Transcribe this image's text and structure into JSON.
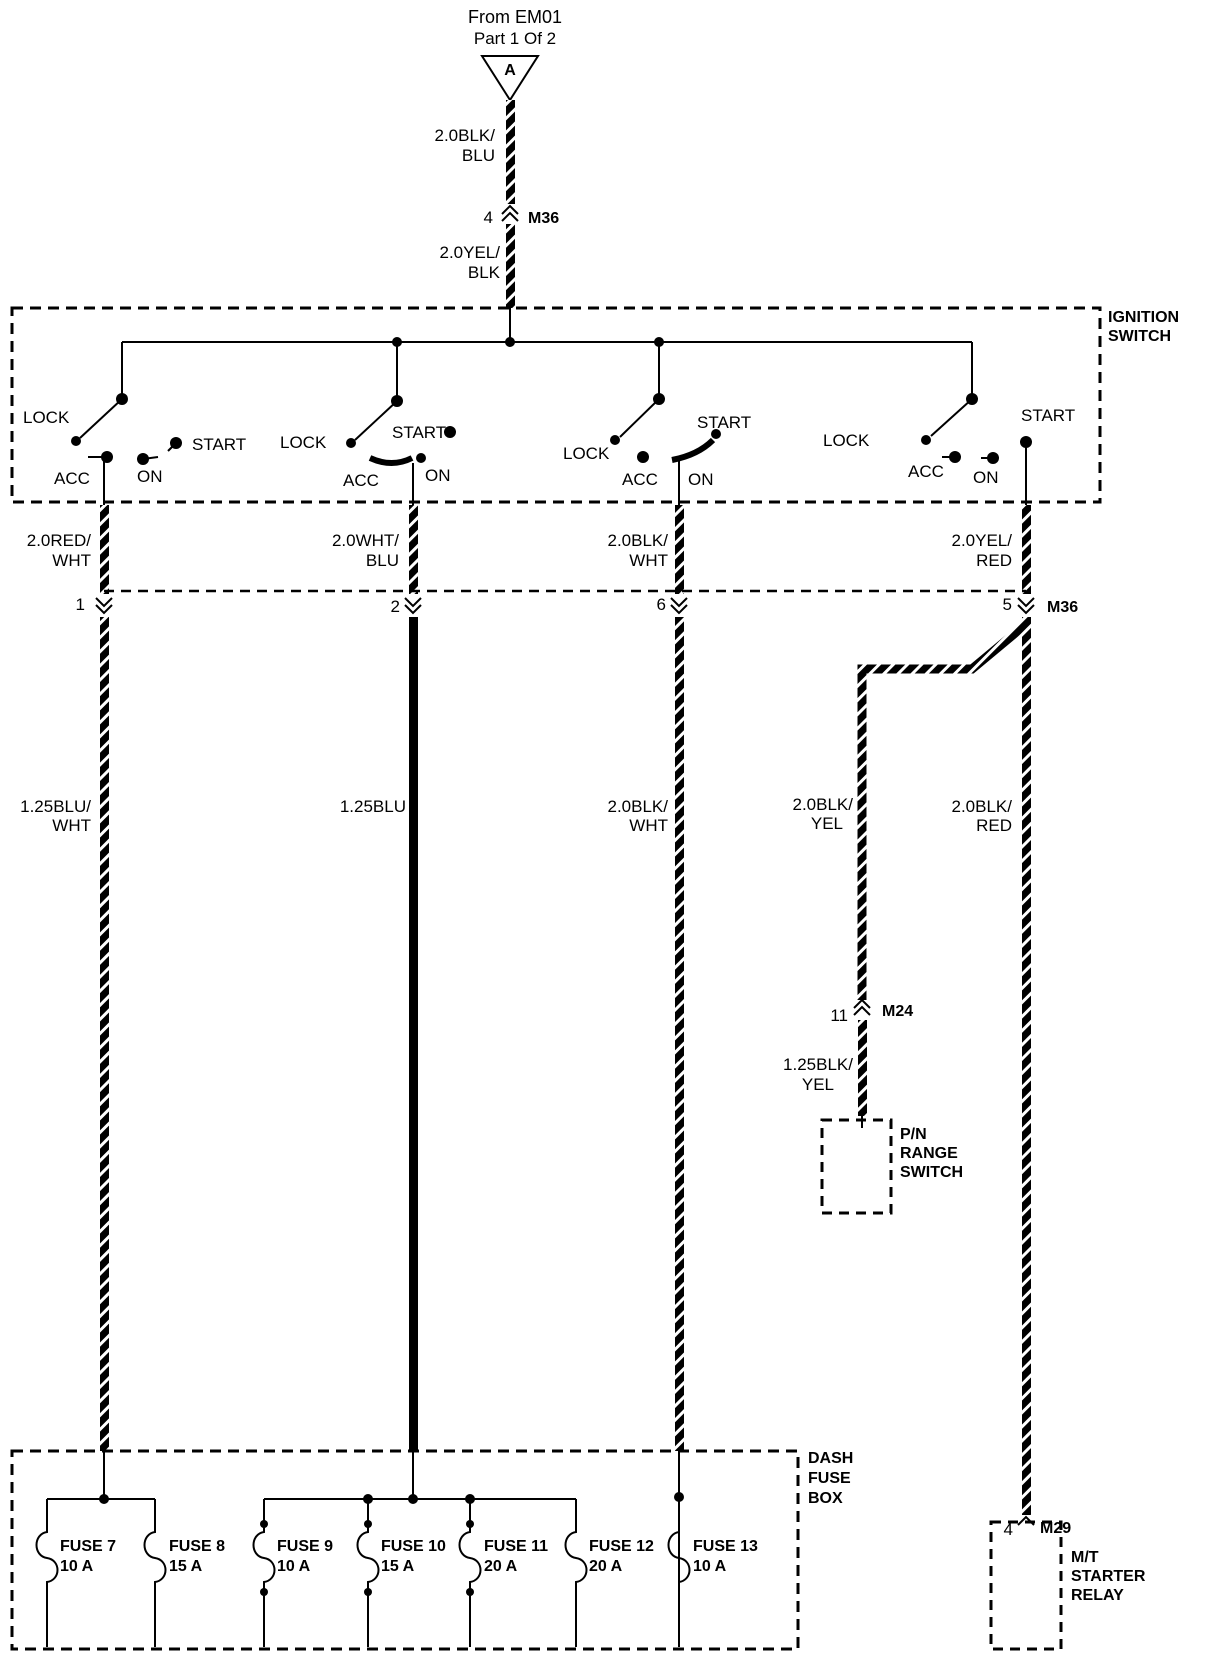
{
  "source": {
    "from": "From EM01",
    "part": "Part 1 Of 2",
    "connector_letter": "A"
  },
  "top_wire": {
    "upper": [
      "2.0BLK/",
      "BLU"
    ],
    "pin": "4",
    "connector": "M36",
    "lower": [
      "2.0YEL/",
      "BLK"
    ]
  },
  "ignition_switch": {
    "title": [
      "IGNITION",
      "SWITCH"
    ],
    "sections": [
      {
        "lock": "LOCK",
        "acc": "ACC",
        "on": "ON",
        "start": "START"
      },
      {
        "lock": "LOCK",
        "acc": "ACC",
        "on": "ON",
        "start": "START"
      },
      {
        "lock": "LOCK",
        "acc": "ACC",
        "on": "ON",
        "start": "START"
      },
      {
        "lock": "LOCK",
        "acc": "ACC",
        "on": "ON",
        "start": "START"
      }
    ]
  },
  "outputs": [
    {
      "upper": [
        "2.0RED/",
        "WHT"
      ],
      "pin": "1",
      "lower": [
        "1.25BLU/",
        "WHT"
      ]
    },
    {
      "upper": [
        "2.0WHT/",
        "BLU"
      ],
      "pin": "2",
      "lower": [
        "1.25BLU"
      ]
    },
    {
      "upper": [
        "2.0BLK/",
        "WHT"
      ],
      "pin": "6",
      "lower": [
        "2.0BLK/",
        "WHT"
      ]
    },
    {
      "upper": [
        "2.0YEL/",
        "RED"
      ],
      "pin": "5",
      "connector": "M36",
      "lower": [
        "2.0BLK/",
        "RED"
      ]
    }
  ],
  "pn_branch": {
    "upper": [
      "2.0BLK/",
      "YEL"
    ],
    "pin": "11",
    "connector": "M24",
    "lower": [
      "1.25BLK/",
      "YEL"
    ],
    "component": [
      "P/N",
      "RANGE",
      "SWITCH"
    ]
  },
  "dash_fuse_box": {
    "title": [
      "DASH",
      "FUSE",
      "BOX"
    ],
    "fuses": [
      {
        "name": "FUSE 7",
        "rating": "10 A"
      },
      {
        "name": "FUSE 8",
        "rating": "15 A"
      },
      {
        "name": "FUSE 9",
        "rating": "10 A"
      },
      {
        "name": "FUSE 10",
        "rating": "15 A"
      },
      {
        "name": "FUSE 11",
        "rating": "20 A"
      },
      {
        "name": "FUSE 12",
        "rating": "20 A"
      },
      {
        "name": "FUSE 13",
        "rating": "10 A"
      }
    ]
  },
  "starter_relay": {
    "pin": "4",
    "connector": "M29",
    "component": [
      "M/T",
      "STARTER",
      "RELAY"
    ]
  }
}
